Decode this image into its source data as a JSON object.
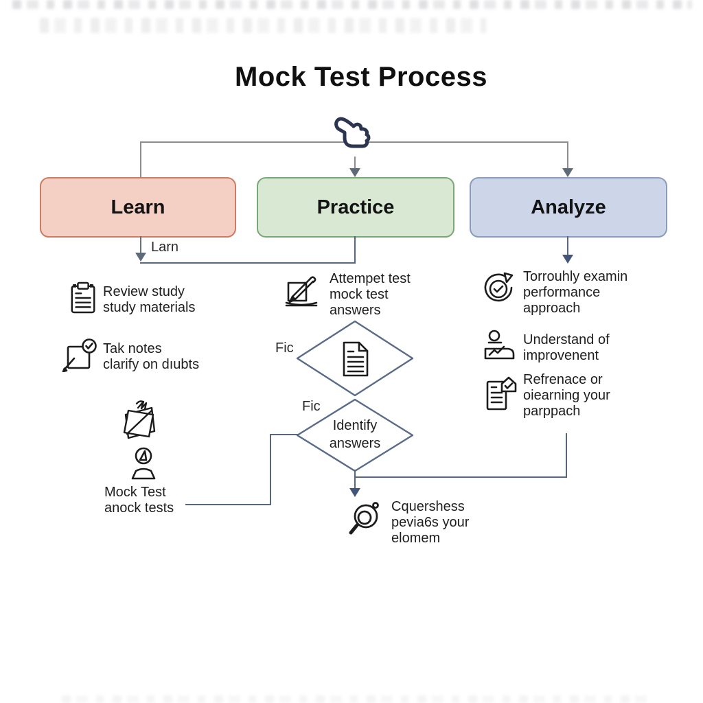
{
  "title": "Mock Test Process",
  "stages": {
    "learn": {
      "label": "Learn",
      "fill": "#f3cfc4",
      "border": "#cf7a63"
    },
    "practice": {
      "label": "Practice",
      "fill": "#d9e8d2",
      "border": "#79a877"
    },
    "analyze": {
      "label": "Analyze",
      "fill": "#ccd6e8",
      "border": "#8a9bbd"
    }
  },
  "connector_labels": {
    "learn_branch": "Larn",
    "diamond1_left": "Fic",
    "diamond2_left": "Fic"
  },
  "learn_column": {
    "item1": {
      "icon": "clipboard-icon",
      "line1": "Review study",
      "line2": "study materials"
    },
    "item2": {
      "icon": "note-check-icon",
      "line1": "Tak notes",
      "line2": "clarify on dıubts"
    },
    "item3": {
      "icon": "sketch-note-icon"
    },
    "item4": {
      "icon": "person-icon",
      "line1": "Mock Test",
      "line2": "anock tests"
    }
  },
  "practice_column": {
    "item1": {
      "icon": "book-pencil-icon",
      "line1": "Attempet test",
      "line2": "mock test",
      "line3": "answers"
    },
    "diamond1": {
      "icon": "document-icon"
    },
    "diamond2": {
      "line1": "Identify",
      "line2": "answers"
    },
    "result": {
      "icon": "magnifier-icon",
      "line1": "Cquershess",
      "line2": "pevia6s your",
      "line3": "elomem"
    }
  },
  "analyze_column": {
    "item1": {
      "icon": "timer-check-icon",
      "line1": "Torrouhly examin",
      "line2": "performance",
      "line3": "approach"
    },
    "item2": {
      "icon": "person-chart-icon",
      "line1": "Understand of",
      "line2": "improvenent"
    },
    "item3": {
      "icon": "doc-check-icon",
      "line1": "Refrenace or",
      "line2": "oiearning your",
      "line3": "parppach"
    }
  },
  "colors": {
    "connector_slate": "#56677f",
    "connector_gray": "#8c8c8c",
    "diamond_border": "#5a6b87",
    "icon_stroke": "#1c1c1c",
    "thumb_stroke": "#2b3550"
  }
}
